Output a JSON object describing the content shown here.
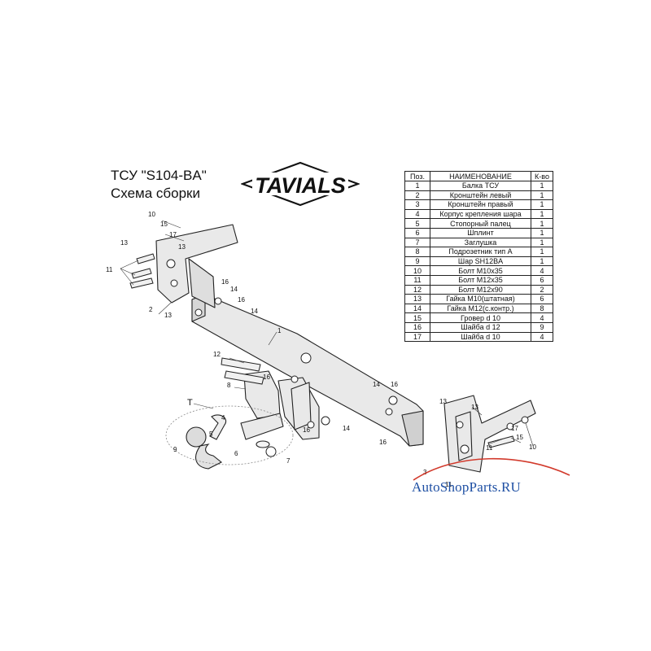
{
  "header": {
    "title": "ТСУ  \"S104-BA\"",
    "subtitle": "Схема сборки"
  },
  "logo": {
    "text": "TAVIALS"
  },
  "parts_table": {
    "headers": [
      "Поз.",
      "НАИМЕНОВАНИЕ",
      "К-во"
    ],
    "rows": [
      [
        "1",
        "Балка ТСУ",
        "1"
      ],
      [
        "2",
        "Кронштейн левый",
        "1"
      ],
      [
        "3",
        "Кронштейн правый",
        "1"
      ],
      [
        "4",
        "Корпус крепления шара",
        "1"
      ],
      [
        "5",
        "Стопорный палец",
        "1"
      ],
      [
        "6",
        "Шплинт",
        "1"
      ],
      [
        "7",
        "Заглушка",
        "1"
      ],
      [
        "8",
        "Подрозетник тип А",
        "1"
      ],
      [
        "9",
        "Шар SH12BA",
        "1"
      ],
      [
        "10",
        "Болт М10х35",
        "4"
      ],
      [
        "11",
        "Болт М12х35",
        "6"
      ],
      [
        "12",
        "Болт М12х90",
        "2"
      ],
      [
        "13",
        "Гайка М10(штатная)",
        "6"
      ],
      [
        "14",
        "Гайка М12(с.контр.)",
        "8"
      ],
      [
        "15",
        "Гровер d 10",
        "4"
      ],
      [
        "16",
        "Шайба d 12",
        "9"
      ],
      [
        "17",
        "Шайба d 10",
        "4"
      ]
    ]
  },
  "callouts": {
    "c1": "1",
    "c2": "2",
    "c3": "3",
    "c4": "4",
    "c5": "5",
    "c6": "6",
    "c7": "7",
    "c8": "8",
    "c9": "9",
    "c10a": "10",
    "c10b": "10",
    "c11a": "11",
    "c11b": "11",
    "c11c": "11",
    "c12": "12",
    "c13a": "13",
    "c13b": "13",
    "c13c": "13",
    "c13d": "13",
    "c13e": "13",
    "c14a": "14",
    "c14b": "14",
    "c14c": "14",
    "c14d": "14",
    "c15a": "15",
    "c15b": "15",
    "c16a": "16",
    "c16b": "16",
    "c16c": "16",
    "c16d": "16",
    "c16e": "16",
    "c16f": "16",
    "c17a": "17",
    "c17b": "17",
    "cT": "T"
  },
  "watermark": {
    "text": "AutoShopParts.RU"
  },
  "colors": {
    "line": "#222222",
    "part_fill": "#e8e8e8",
    "watermark": "#1e4fa3",
    "watermark_arc": "#d23a2c"
  }
}
